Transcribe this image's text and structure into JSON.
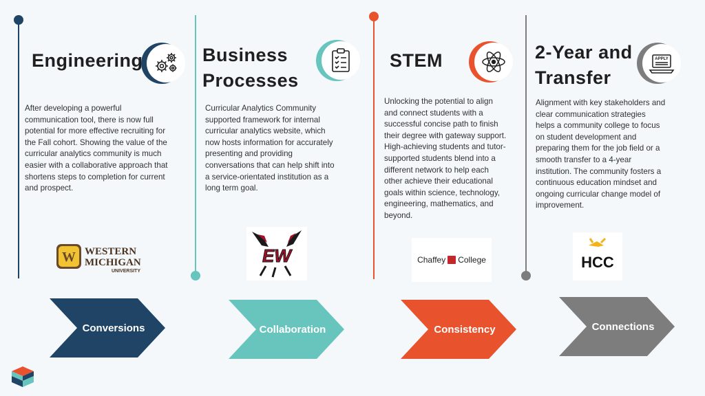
{
  "colors": {
    "navy": "#1f4466",
    "teal": "#67c5bd",
    "orange": "#e8532e",
    "gray": "#7d7d7d"
  },
  "columns": [
    {
      "title_lines": [
        "Engineering"
      ],
      "icon": "gears-icon",
      "description": "After developing a powerful communication tool, there is now full potential for more effective recruiting for the Fall cohort. Showing the value of the curricular analytics community is much easier with a collaborative approach that shortens steps to completion for current and prospect.",
      "logo": {
        "name": "western-michigan-university-logo",
        "line1": "WESTERN",
        "line2": "MICHIGAN",
        "line3": "UNIVERSITY",
        "mark": "W"
      },
      "chevron_label": "Conversions"
    },
    {
      "title_lines": [
        "Business",
        "Processes"
      ],
      "icon": "clipboard-checklist-icon",
      "description": "Curricular Analytics Community supported framework for internal curricular analytics website, which now hosts information for accurately presenting and providing conversations that can help shift into a service-orientated institution as a long term goal.",
      "logo": {
        "name": "ewu-eagle-logo",
        "text": "EW"
      },
      "chevron_label": "Collaboration"
    },
    {
      "title_lines": [
        "STEM"
      ],
      "icon": "atom-icon",
      "description": "Unlocking the potential to align and connect students with a successful concise path to finish their degree with gateway support. High-achieving students and tutor-supported students blend into a different network to help each other achieve their educational goals within science, technology, engineering, mathematics, and beyond.",
      "logo": {
        "name": "chaffey-college-logo",
        "left": "Chaffey",
        "right": "College"
      },
      "chevron_label": "Consistency"
    },
    {
      "title_lines": [
        "2-Year and",
        "Transfer"
      ],
      "icon": "laptop-apply-icon",
      "icon_text": "APPLY",
      "description": "Alignment with key stakeholders and clear communication strategies helps a community college to focus on student development and preparing them for the job field or a smooth transfer to a 4-year institution. The community fosters a continuous education mindset and ongoing curricular change model of improvement.",
      "logo": {
        "name": "hcc-logo",
        "text": "HCC"
      },
      "chevron_label": "Connections"
    }
  ]
}
